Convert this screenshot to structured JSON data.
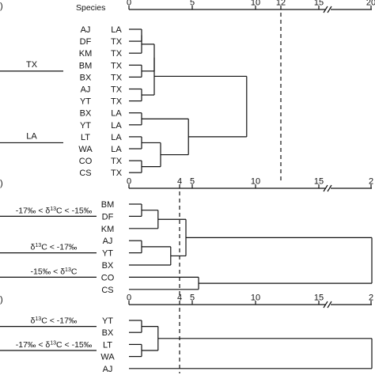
{
  "panels": [
    {
      "id": "a",
      "panel_label": ")",
      "header": "Species",
      "threshold": 12,
      "ticks": [
        "0",
        "5",
        "10",
        "12",
        "15",
        "20"
      ],
      "group_labels": [
        {
          "text": "TX",
          "row": 3.5
        },
        {
          "text": "LA",
          "row": 9.5
        }
      ],
      "leaves": [
        {
          "species": "AJ",
          "group": "LA"
        },
        {
          "species": "DF",
          "group": "TX"
        },
        {
          "species": "KM",
          "group": "TX"
        },
        {
          "species": "BM",
          "group": "TX"
        },
        {
          "species": "BX",
          "group": "TX"
        },
        {
          "species": "AJ",
          "group": "TX"
        },
        {
          "species": "YT",
          "group": "TX"
        },
        {
          "species": "BX",
          "group": "LA"
        },
        {
          "species": "YT",
          "group": "LA"
        },
        {
          "species": "LT",
          "group": "LA"
        },
        {
          "species": "WA",
          "group": "LA"
        },
        {
          "species": "CO",
          "group": "TX"
        },
        {
          "species": "CS",
          "group": "TX"
        }
      ],
      "merges": [
        {
          "a": 0,
          "b": 1,
          "h": 1.0
        },
        {
          "a": 2,
          "b": 13,
          "h": 1.0
        },
        {
          "a": 3,
          "b": 4,
          "h": 1.0
        },
        {
          "a": 14,
          "b": 15,
          "h": 2.0
        },
        {
          "a": 5,
          "b": 6,
          "h": 1.0
        },
        {
          "a": 16,
          "b": 17,
          "h": 2.0
        },
        {
          "a": 7,
          "b": 8,
          "h": 1.0
        },
        {
          "a": 9,
          "b": 10,
          "h": 1.0
        },
        {
          "a": 11,
          "b": 12,
          "h": 1.0
        },
        {
          "a": 20,
          "b": 21,
          "h": 2.5
        },
        {
          "a": 19,
          "b": 22,
          "h": 4.7
        },
        {
          "a": 18,
          "b": 23,
          "h": 9.3
        }
      ]
    },
    {
      "id": "b",
      "panel_label": ")",
      "header": "",
      "threshold": 4,
      "ticks": [
        "0",
        "4",
        "5",
        "10",
        "15",
        "2"
      ],
      "group_labels": [
        {
          "text": "-17‰ < δ13C < -15‰",
          "row": 1
        },
        {
          "text": "δ13C < -17‰",
          "row": 4
        },
        {
          "text": "-15‰ < δ13C",
          "row": 6
        }
      ],
      "leaves": [
        {
          "species": "BM",
          "group": ""
        },
        {
          "species": "DF",
          "group": ""
        },
        {
          "species": "KM",
          "group": ""
        },
        {
          "species": "AJ",
          "group": ""
        },
        {
          "species": "YT",
          "group": ""
        },
        {
          "species": "BX",
          "group": ""
        },
        {
          "species": "CO",
          "group": ""
        },
        {
          "species": "CS",
          "group": ""
        }
      ],
      "merges": [
        {
          "a": 0,
          "b": 1,
          "h": 1.0
        },
        {
          "a": 8,
          "b": 2,
          "h": 2.3
        },
        {
          "a": 3,
          "b": 4,
          "h": 1.0
        },
        {
          "a": 10,
          "b": 5,
          "h": 3.3
        },
        {
          "a": 9,
          "b": 11,
          "h": 4.5
        },
        {
          "a": 6,
          "b": 7,
          "h": 5.5
        },
        {
          "a": 12,
          "b": 13,
          "h": 20
        }
      ]
    },
    {
      "id": "c",
      "panel_label": ")",
      "header": "",
      "threshold": 4,
      "ticks": [
        "0",
        "4",
        "5",
        "10",
        "15",
        "2"
      ],
      "group_labels": [
        {
          "text": "δ13C < -17‰",
          "row": 0.5
        },
        {
          "text": "-17‰ < δ13C < -15‰",
          "row": 2.5
        }
      ],
      "leaves": [
        {
          "species": "YT",
          "group": ""
        },
        {
          "species": "BX",
          "group": ""
        },
        {
          "species": "LT",
          "group": ""
        },
        {
          "species": "WA",
          "group": ""
        },
        {
          "species": "AJ",
          "group": ""
        }
      ],
      "merges": [
        {
          "a": 0,
          "b": 1,
          "h": 1.0
        },
        {
          "a": 2,
          "b": 3,
          "h": 1.0
        },
        {
          "a": 5,
          "b": 6,
          "h": 2.3
        },
        {
          "a": 7,
          "b": 4,
          "h": 20
        }
      ]
    }
  ]
}
